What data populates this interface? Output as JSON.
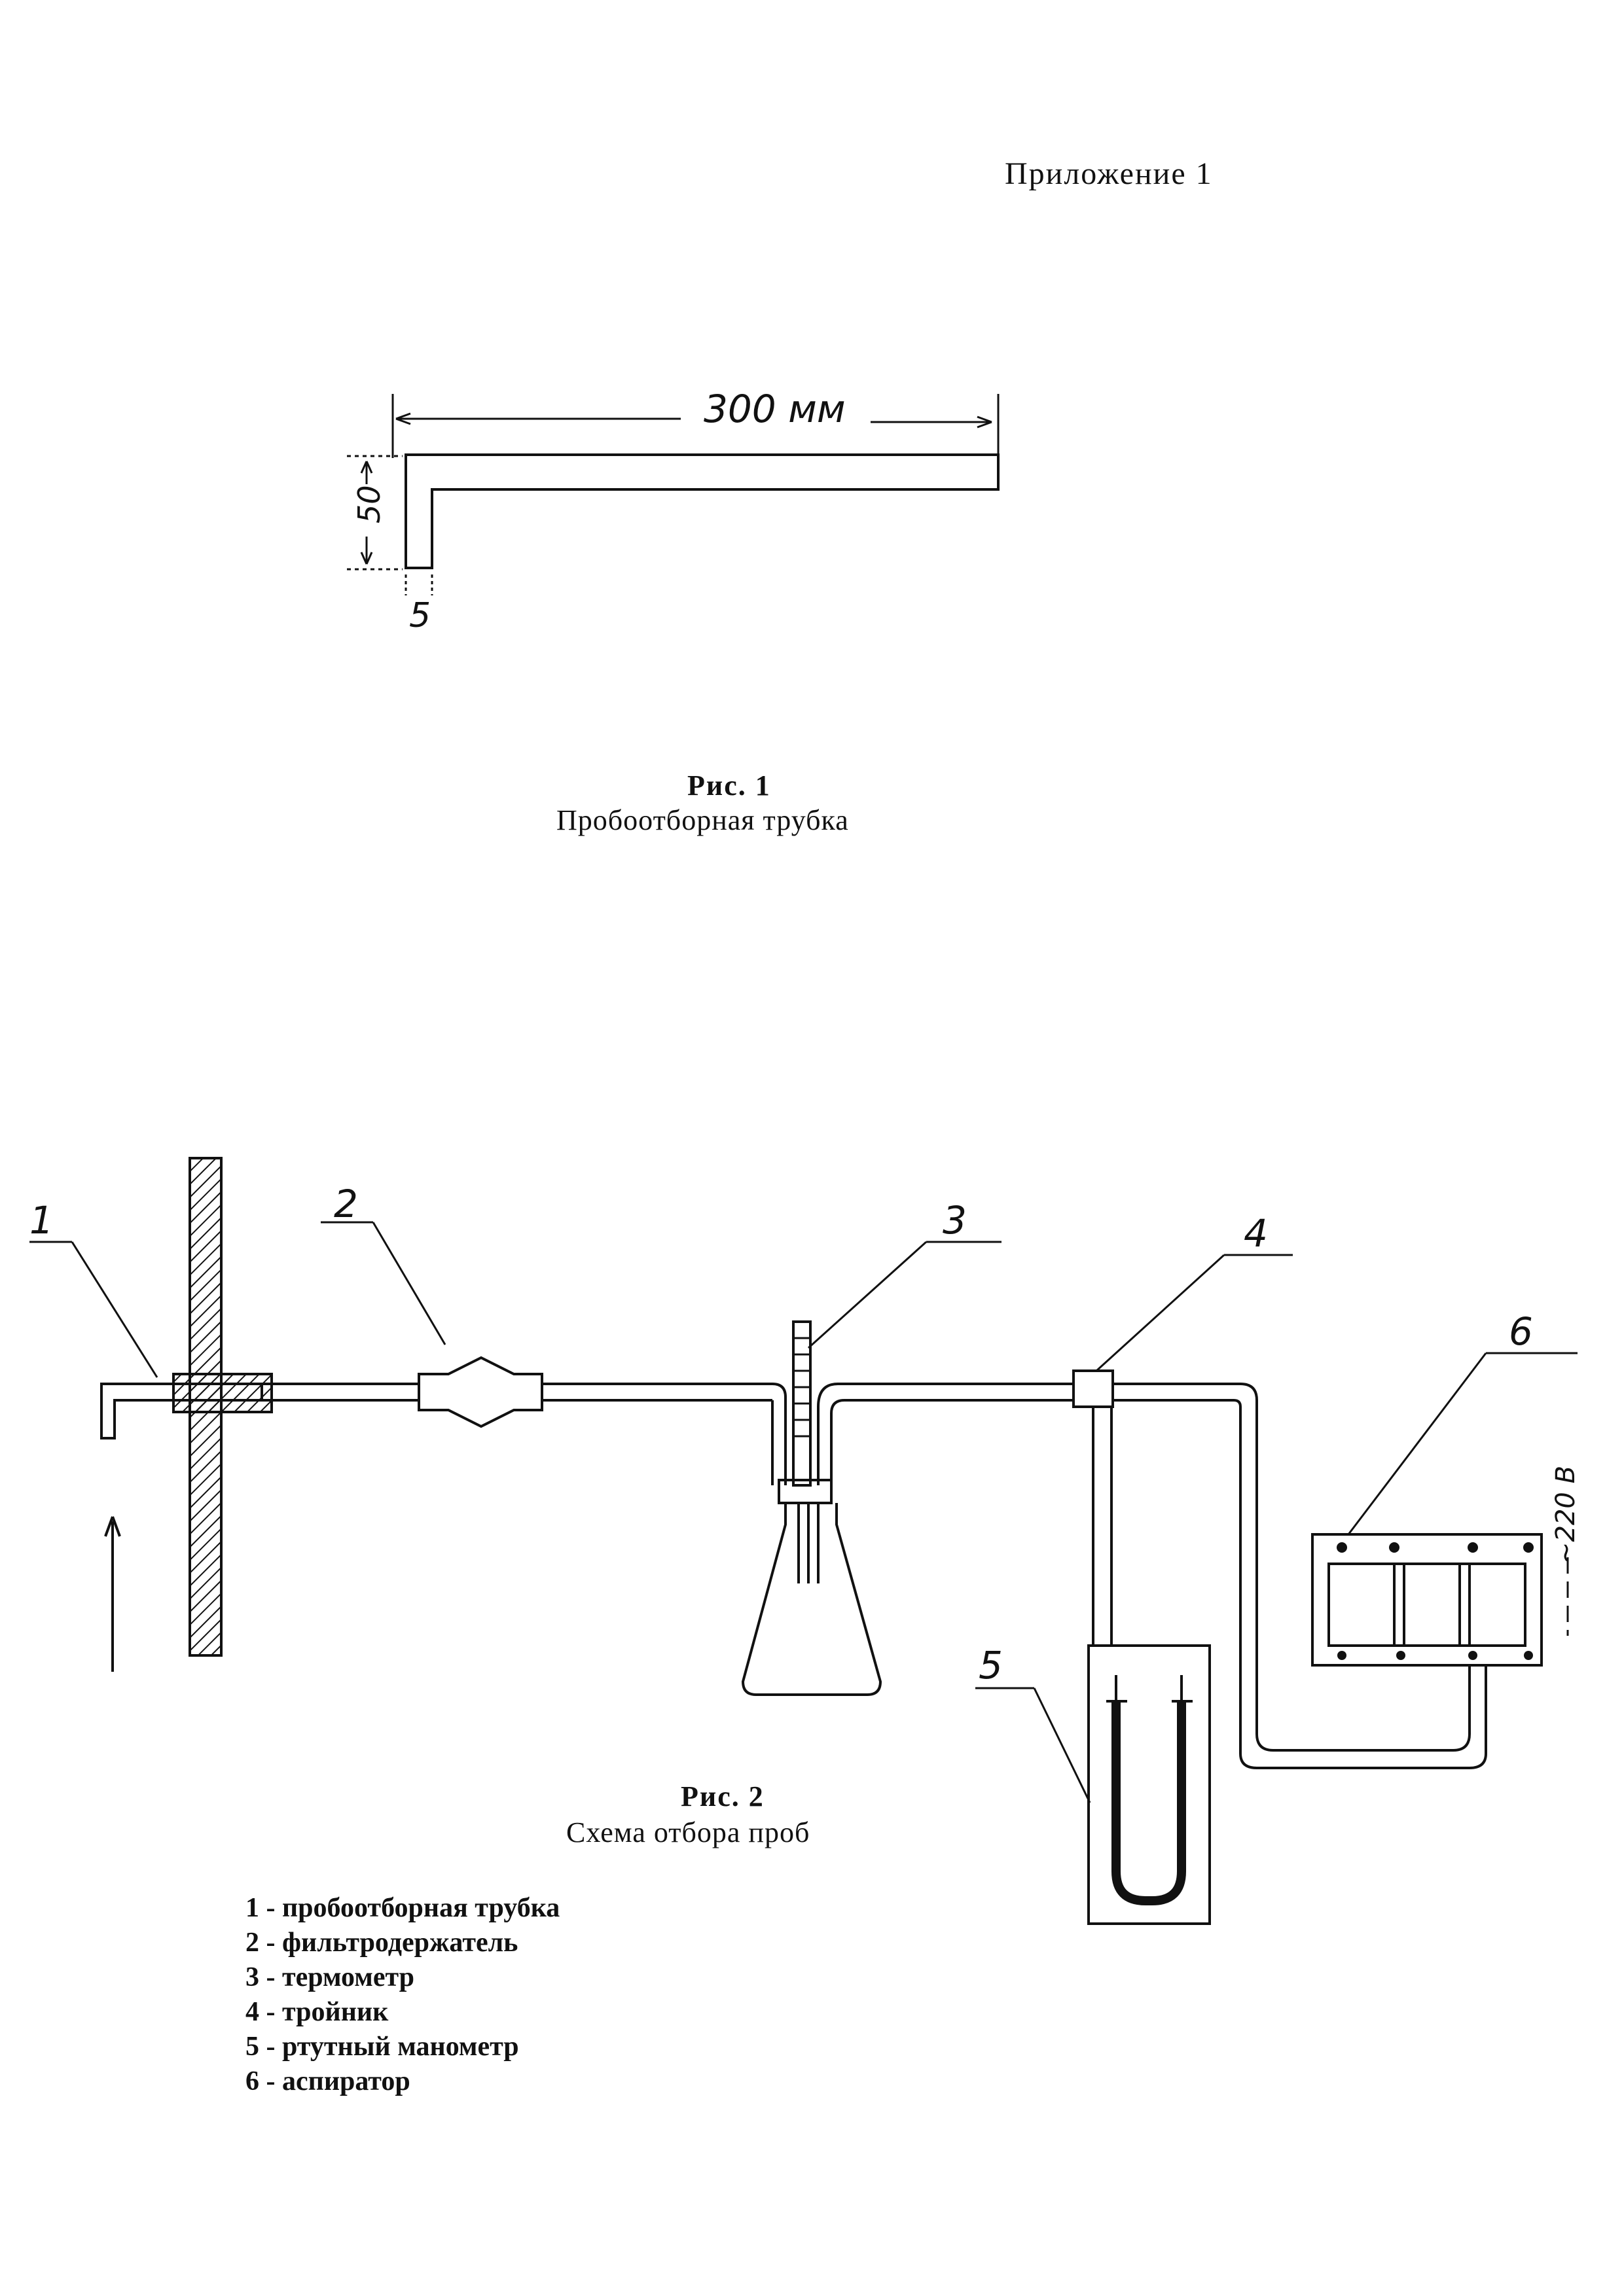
{
  "appendix_title": "Приложение  1",
  "figure1": {
    "dim_length": "300 мм",
    "dim_height": "50",
    "dim_width": "5",
    "caption_number": "Рис. 1",
    "caption_title": "Пробоотборная трубка"
  },
  "figure2": {
    "labels": [
      "1",
      "2",
      "3",
      "4",
      "5",
      "6"
    ],
    "voltage": "~220 В",
    "caption_number": "Рис. 2",
    "caption_title": "Схема отбора проб"
  },
  "legend": [
    "1 - пробоотборная трубка",
    "2 - фильтродержатель",
    "3 - термометр",
    "4 - тройник",
    "5 - ртутный манометр",
    "6 - аспиратор"
  ]
}
